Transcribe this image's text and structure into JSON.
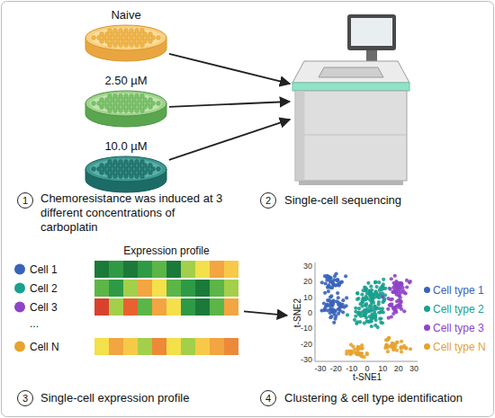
{
  "diagram": {
    "nodes": [
      {
        "text": [
          "Naive"
        ]
      },
      {
        "text": [
          "2.50 µM"
        ]
      },
      {
        "text": [
          "10.0 µM"
        ]
      },
      {
        "text": [
          "2",
          "Single-cell sequencing"
        ]
      },
      {
        "text": [
          "Expression profile",
          "3",
          "Single-cell expression profile"
        ]
      },
      {
        "text": [
          "4",
          "Clustering & cell type identification"
        ]
      }
    ],
    "edges": [
      {
        "from": 0,
        "to": 3,
        "arrow": "to"
      },
      {
        "from": 1,
        "to": 3,
        "arrow": "to"
      },
      {
        "from": 2,
        "to": 3,
        "arrow": "to"
      },
      {
        "from": 4,
        "to": 5,
        "arrow": "to"
      }
    ],
    "labels": [
      "1",
      "Chemoresistance was induced at 3 different concentrations of carboplatin",
      "Cell 1",
      "Cell 2",
      "Cell 3",
      "...",
      "Cell N",
      "30",
      "20",
      "10",
      "0",
      "-10",
      "-20",
      "-30",
      "-30",
      "-20",
      "-10",
      "0",
      "10",
      "20",
      "30",
      "t-SNE2",
      "t-SNE1"
    ],
    "legend": [
      {
        "text": "Cell type 1",
        "color": "#3a63b8"
      },
      {
        "text": "Cell type 2",
        "color": "#19a08e"
      },
      {
        "text": "Cell type 3",
        "color": "#8e44c8"
      },
      {
        "text": "Cell type N",
        "color": "#e6a32e"
      }
    ]
  }
}
